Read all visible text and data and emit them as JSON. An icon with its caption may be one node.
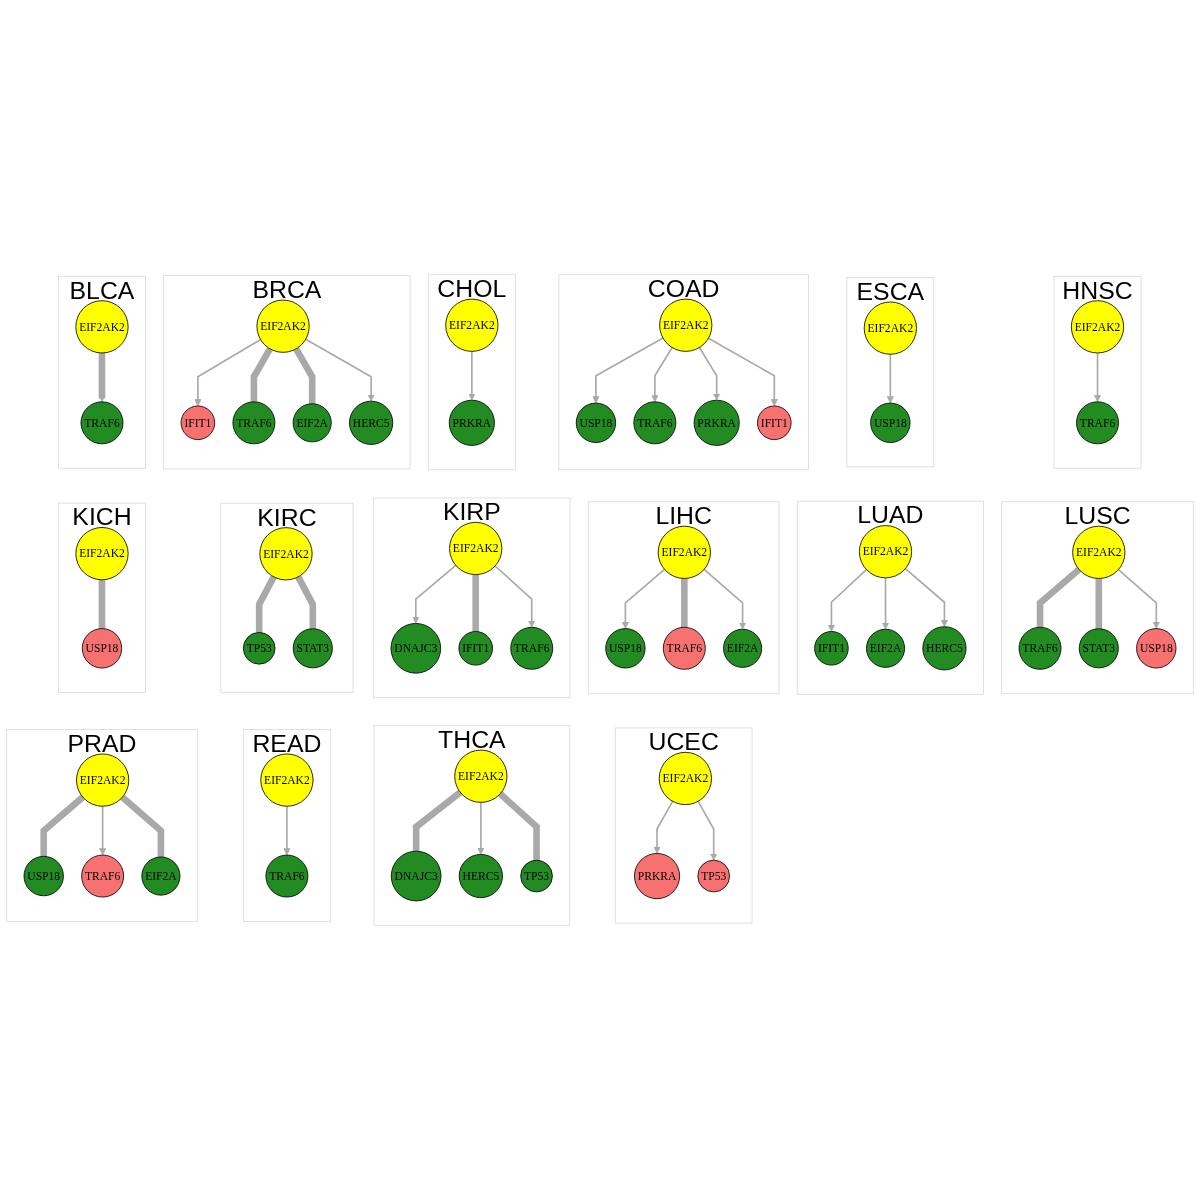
{
  "diagram": {
    "nodes": [
      {
        "text": [
          "BLCA"
        ]
      },
      {
        "text": [
          "TRAF6"
        ],
        "in": 0
      },
      {
        "text": [
          "EIF2AK2"
        ],
        "in": 0
      },
      {
        "text": [
          "BRCA"
        ]
      },
      {
        "text": [
          "IFIT1"
        ],
        "in": 3
      },
      {
        "text": [
          "TRAF6"
        ],
        "in": 3
      },
      {
        "text": [
          "EIF2AK2"
        ],
        "in": 3
      },
      {
        "text": [
          "EIF2A"
        ],
        "in": 3
      },
      {
        "text": [
          "HERC5"
        ],
        "in": 3
      },
      {
        "text": [
          "CHOL"
        ]
      },
      {
        "text": [
          "PRKRA"
        ],
        "in": 9
      },
      {
        "text": [
          "EIF2AK2"
        ],
        "in": 9
      },
      {
        "text": [
          "COAD"
        ]
      },
      {
        "text": [
          "USP18"
        ],
        "in": 12
      },
      {
        "text": [
          "TRAF6"
        ],
        "in": 12
      },
      {
        "text": [
          "EIF2AK2"
        ],
        "in": 12
      },
      {
        "text": [
          "PRKRA"
        ],
        "in": 12
      },
      {
        "text": [
          "IFIT1"
        ],
        "in": 12
      },
      {
        "text": [
          "ESCA"
        ]
      },
      {
        "text": [
          "EIF2AK2"
        ],
        "in": 18
      },
      {
        "text": [
          "USP18"
        ],
        "in": 18
      },
      {
        "text": [
          "HNSC"
        ]
      },
      {
        "text": [
          "TRAF6"
        ],
        "in": 21
      },
      {
        "text": [
          "EIF2AK2"
        ],
        "in": 21
      },
      {
        "text": [
          "KICH"
        ]
      },
      {
        "text": [
          "USP18"
        ],
        "in": 24
      },
      {
        "text": [
          "EIF2AK2"
        ],
        "in": 24
      },
      {
        "text": [
          "KIRC"
        ]
      },
      {
        "text": [
          "TP53"
        ],
        "in": 27
      },
      {
        "text": [
          "EIF2AK2"
        ],
        "in": 27
      },
      {
        "text": [
          "STAT3"
        ],
        "in": 27
      },
      {
        "text": [
          "KIRP"
        ]
      },
      {
        "text": [
          "DNAJC3"
        ],
        "in": 31
      },
      {
        "text": [
          "IFIT1"
        ],
        "in": 31
      },
      {
        "text": [
          "EIF2AK2"
        ],
        "in": 31
      },
      {
        "text": [
          "TRAF6"
        ],
        "in": 31
      },
      {
        "text": [
          "LIHC"
        ]
      },
      {
        "text": [
          "USP18"
        ],
        "in": 36
      },
      {
        "text": [
          "EIF2AK2"
        ],
        "in": 36
      },
      {
        "text": [
          "TRAF6"
        ],
        "in": 36
      },
      {
        "text": [
          "EIF2A"
        ],
        "in": 36
      },
      {
        "text": [
          "LUAD"
        ]
      },
      {
        "text": [
          "IFIT1"
        ],
        "in": 41
      },
      {
        "text": [
          "EIF2A"
        ],
        "in": 41
      },
      {
        "text": [
          "EIF2AK2"
        ],
        "in": 41
      },
      {
        "text": [
          "HERC5"
        ],
        "in": 41
      },
      {
        "text": [
          "LUSC"
        ]
      },
      {
        "text": [
          "TRAF6"
        ],
        "in": 46
      },
      {
        "text": [
          "EIF2AK2"
        ],
        "in": 46
      },
      {
        "text": [
          "STAT3"
        ],
        "in": 46
      },
      {
        "text": [
          "USP18"
        ],
        "in": 46
      },
      {
        "text": [
          "PRAD"
        ]
      },
      {
        "text": [
          "USP18"
        ],
        "in": 51
      },
      {
        "text": [
          "TRAF6"
        ],
        "in": 51
      },
      {
        "text": [
          "EIF2AK2"
        ],
        "in": 51
      },
      {
        "text": [
          "EIF2A"
        ],
        "in": 51
      },
      {
        "text": [
          "READ"
        ]
      },
      {
        "text": [
          "EIF2AK2"
        ],
        "in": 56
      },
      {
        "text": [
          "TRAF6"
        ],
        "in": 56
      },
      {
        "text": [
          "THCA"
        ]
      },
      {
        "text": [
          "DNAJC3"
        ],
        "in": 59
      },
      {
        "text": [
          "HERC5"
        ],
        "in": 59
      },
      {
        "text": [
          "EIF2AK2"
        ],
        "in": 59
      },
      {
        "text": [
          "TP53"
        ],
        "in": 59
      },
      {
        "text": [
          "UCEC"
        ]
      },
      {
        "text": [
          "PRKRA"
        ],
        "in": 64
      },
      {
        "text": [
          "EIF2AK2"
        ],
        "in": 64
      },
      {
        "text": [
          "TP53"
        ],
        "in": 64
      }
    ],
    "edges": [
      {
        "from": 2,
        "to": 1,
        "arrow": "to",
        "style": "thick"
      },
      {
        "from": 6,
        "to": 4,
        "arrow": "to"
      },
      {
        "from": 6,
        "to": 5,
        "arrow": "none",
        "style": "thick"
      },
      {
        "from": 6,
        "to": 7,
        "arrow": "none",
        "style": "thick"
      },
      {
        "from": 6,
        "to": 8,
        "arrow": "to"
      },
      {
        "from": 11,
        "to": 10,
        "arrow": "to"
      },
      {
        "from": 15,
        "to": 13,
        "arrow": "to"
      },
      {
        "from": 15,
        "to": 14,
        "arrow": "to"
      },
      {
        "from": 15,
        "to": 16,
        "arrow": "to"
      },
      {
        "from": 15,
        "to": 17,
        "arrow": "to"
      },
      {
        "from": 19,
        "to": 20,
        "arrow": "to"
      },
      {
        "from": 23,
        "to": 22,
        "arrow": "to"
      },
      {
        "from": 26,
        "to": 25,
        "arrow": "none",
        "style": "thick"
      },
      {
        "from": 29,
        "to": 28,
        "arrow": "none",
        "style": "thick"
      },
      {
        "from": 29,
        "to": 30,
        "arrow": "none",
        "style": "thick"
      },
      {
        "from": 34,
        "to": 32,
        "arrow": "to"
      },
      {
        "from": 34,
        "to": 33,
        "arrow": "none",
        "style": "thick"
      },
      {
        "from": 34,
        "to": 35,
        "arrow": "to"
      },
      {
        "from": 38,
        "to": 37,
        "arrow": "to"
      },
      {
        "from": 38,
        "to": 39,
        "arrow": "none",
        "style": "thick"
      },
      {
        "from": 38,
        "to": 40,
        "arrow": "to"
      },
      {
        "from": 44,
        "to": 42,
        "arrow": "to"
      },
      {
        "from": 44,
        "to": 43,
        "arrow": "to"
      },
      {
        "from": 44,
        "to": 45,
        "arrow": "to"
      },
      {
        "from": 48,
        "to": 47,
        "arrow": "none",
        "style": "thick"
      },
      {
        "from": 48,
        "to": 49,
        "arrow": "none",
        "style": "thick"
      },
      {
        "from": 48,
        "to": 50,
        "arrow": "to"
      },
      {
        "from": 54,
        "to": 52,
        "arrow": "none",
        "style": "thick"
      },
      {
        "from": 54,
        "to": 53,
        "arrow": "to"
      },
      {
        "from": 54,
        "to": 55,
        "arrow": "none",
        "style": "thick"
      },
      {
        "from": 57,
        "to": 58,
        "arrow": "to"
      },
      {
        "from": 62,
        "to": 60,
        "arrow": "none",
        "style": "thick"
      },
      {
        "from": 62,
        "to": 61,
        "arrow": "to"
      },
      {
        "from": 62,
        "to": 63,
        "arrow": "none",
        "style": "thick"
      },
      {
        "from": 66,
        "to": 65,
        "arrow": "to"
      },
      {
        "from": 66,
        "to": 67,
        "arrow": "to"
      }
    ]
  }
}
